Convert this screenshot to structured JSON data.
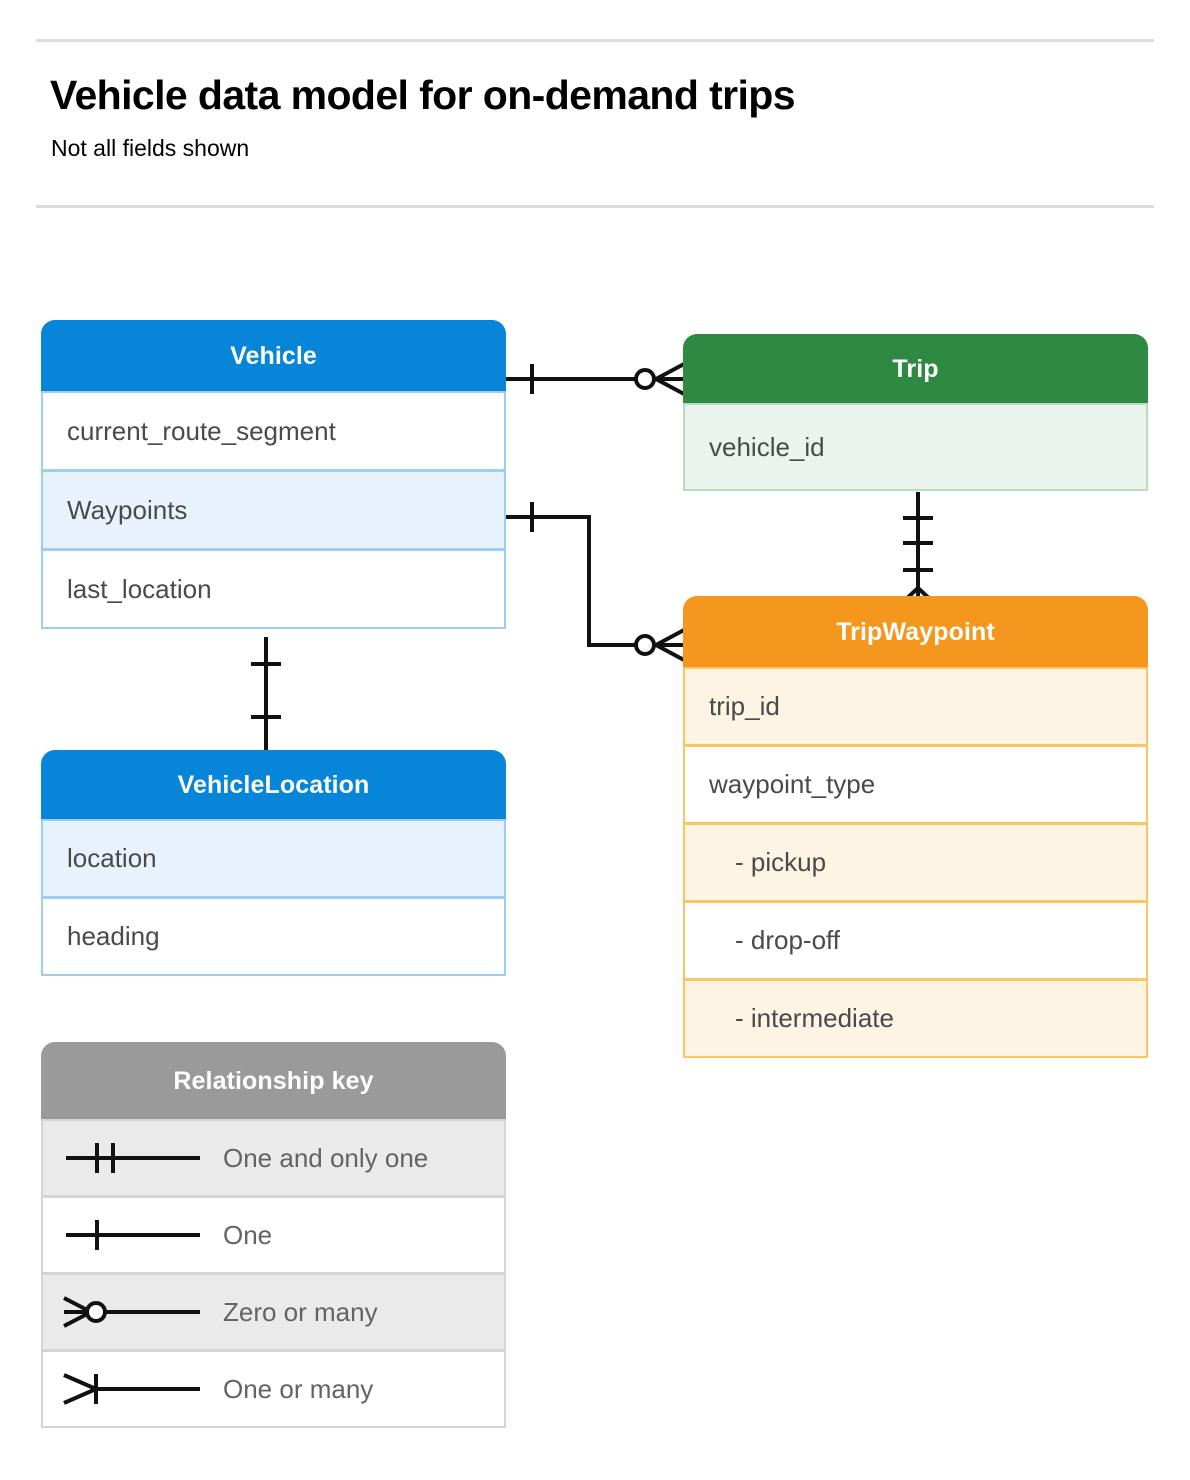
{
  "header": {
    "title": "Vehicle data model for on-demand trips",
    "subtitle": "Not all fields shown"
  },
  "colors": {
    "blue": "#0785d8",
    "blue_row_alt": "#e8f2fc",
    "blue_border": "#9dcdf2",
    "green": "#2e8a42",
    "green_row_alt": "#eaf4ec",
    "green_border": "#b9dcc0",
    "orange": "#f6971d",
    "orange_row_alt": "#fdf4e4",
    "orange_border": "#fbc661",
    "gray": "#9a9a9a",
    "gray_row_alt": "#eaeaea",
    "gray_border": "#d4d4d4",
    "text": "#4a4a4a",
    "rule": "#dcdcdc",
    "connector": "#111111"
  },
  "entities": [
    {
      "id": "vehicle",
      "title": "Vehicle",
      "theme": "blue",
      "rows": [
        {
          "label": "current_route_segment",
          "alt": false
        },
        {
          "label": "Waypoints",
          "alt": true
        },
        {
          "label": "last_location",
          "alt": false
        }
      ]
    },
    {
      "id": "trip",
      "title": "Trip",
      "theme": "green",
      "rows": [
        {
          "label": "vehicle_id",
          "alt": true
        }
      ]
    },
    {
      "id": "tripwaypoint",
      "title": "TripWaypoint",
      "theme": "orange",
      "rows": [
        {
          "label": "trip_id",
          "alt": true,
          "indent": false
        },
        {
          "label": "waypoint_type",
          "alt": false,
          "indent": false
        },
        {
          "label": "-  pickup",
          "alt": true,
          "indent": true
        },
        {
          "label": "-  drop-off",
          "alt": false,
          "indent": true
        },
        {
          "label": "-  intermediate",
          "alt": true,
          "indent": true
        }
      ]
    },
    {
      "id": "vehiclelocation",
      "title": "VehicleLocation",
      "theme": "blue",
      "rows": [
        {
          "label": "location",
          "alt": true
        },
        {
          "label": "heading",
          "alt": false
        }
      ]
    }
  ],
  "legend": {
    "title": "Relationship key",
    "items": [
      {
        "symbol": "one-and-only-one",
        "label": "One and only one",
        "alt": true
      },
      {
        "symbol": "one",
        "label": "One",
        "alt": false
      },
      {
        "symbol": "zero-or-many",
        "label": "Zero or many",
        "alt": true
      },
      {
        "symbol": "one-or-many",
        "label": "One or many",
        "alt": false
      }
    ]
  },
  "relationships": [
    {
      "id": "vehicle-to-trip",
      "from": "Vehicle",
      "to": "Trip",
      "from_cardinality": "One",
      "to_cardinality": "Zero or many"
    },
    {
      "id": "vehicle-waypoints-to-tripwaypoint",
      "from": "Vehicle.Waypoints",
      "to": "TripWaypoint",
      "from_cardinality": "One",
      "to_cardinality": "Zero or many"
    },
    {
      "id": "trip-to-tripwaypoint",
      "from": "Trip",
      "to": "TripWaypoint",
      "from_cardinality": "One and only one",
      "to_cardinality": "One or many"
    },
    {
      "id": "vehicle-to-vehiclelocation",
      "from": "Vehicle",
      "to": "VehicleLocation",
      "from_cardinality": "One",
      "to_cardinality": "One"
    }
  ]
}
